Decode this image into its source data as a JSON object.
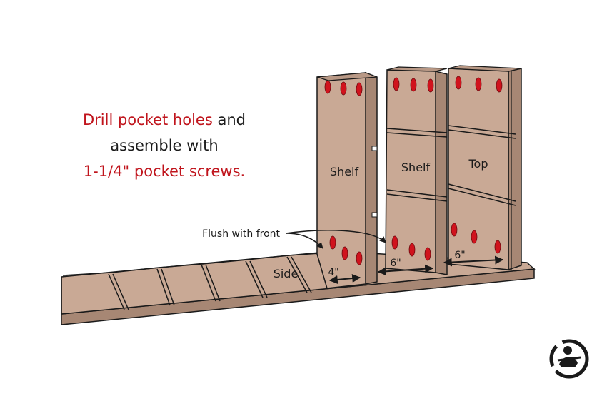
{
  "instruction": {
    "line1_highlight": "Drill pocket holes",
    "line1_rest": "and",
    "line2": "assemble with",
    "line3_highlight": "1-1/4\" pocket screws."
  },
  "labels": {
    "shelf_1": "Shelf",
    "shelf_2": "Shelf",
    "top": "Top",
    "side": "Side",
    "flush_note": "Flush with front"
  },
  "dimensions": {
    "gap_1": "4\"",
    "gap_2": "6\"",
    "gap_3": "6\""
  },
  "colors": {
    "wood": "#c9a995",
    "wood_dark": "#a78774",
    "outline": "#1a1a1a",
    "pocket_hole": "#d0131d",
    "highlight_text": "#c0141c"
  },
  "logo": {
    "icon": "woodworker-logo-icon"
  }
}
